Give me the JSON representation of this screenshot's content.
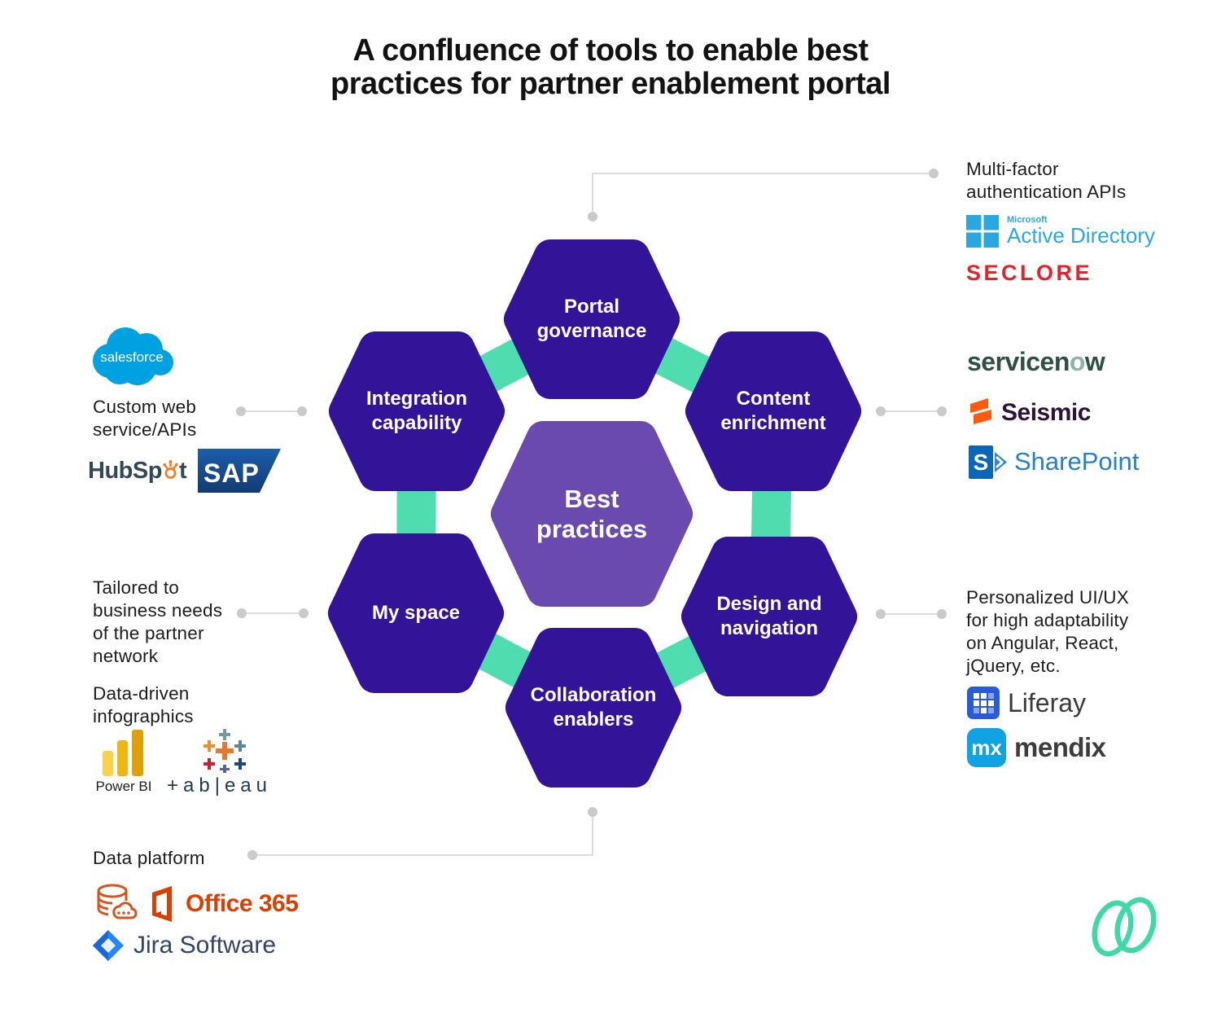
{
  "title": "A  confluence of tools to enable best\npractices for partner enablement portal",
  "colors": {
    "hexagon": "#331397",
    "center_hexagon": "#6A4AAE",
    "connector_teal": "#4FDCAE",
    "callout_line": "#DCDCDF",
    "callout_dot": "#C9C9CE",
    "salesforce_blue": "#00A1E0",
    "hubspot_dark": "#33475B",
    "hubspot_orange": "#F47C20",
    "sap_navy": "#17427E",
    "tableau_navy": "#1F3A54",
    "office_orange": "#DE3E02",
    "jira_blue": "#2684FF",
    "jira_text": "#344563",
    "microsoft_blue": "#29A7E1",
    "seclore_red": "#E62129",
    "servicenow_dark": "#2F4F46",
    "servicenow_green": "#8FB3A8",
    "seismic_orange": "#FF5A0F",
    "seismic_dark": "#2C1338",
    "sharepoint_blue": "#2580CE",
    "liferay_blue": "#2A5BD7",
    "liferay_text": "#3A3A39",
    "mendix_blue": "#10A2E3",
    "mendix_text": "#3C3C3C",
    "brand_mark_teal": "#3FD9A8"
  },
  "center_hexagon": {
    "label": "Best\npractices"
  },
  "hexagons": [
    {
      "id": "portal-governance",
      "label": "Portal\ngovernance"
    },
    {
      "id": "content-enrichment",
      "label": "Content\nenrichment"
    },
    {
      "id": "design-navigation",
      "label": "Design and\nnavigation"
    },
    {
      "id": "collaboration-enablers",
      "label": "Collaboration\nenablers"
    },
    {
      "id": "my-space",
      "label": "My space"
    },
    {
      "id": "integration-capability",
      "label": "Integration\ncapability"
    }
  ],
  "annotations": {
    "multi_factor": "Multi-factor\nauthentication APIs",
    "custom_web": "Custom web\nservice/APIs",
    "tailored": "Tailored to\nbusiness needs\nof the partner\nnetwork",
    "data_driven": "Data-driven\ninfographics",
    "data_platform": "Data platform",
    "personalized": "Personalized UI/UX\nfor high adaptability\non Angular, React,\njQuery, etc."
  },
  "logos": {
    "salesforce": "salesforce",
    "hubspot_pre": "HubSp",
    "hubspot_post": "t",
    "sap": "SAP",
    "power_bi": "Power BI",
    "tableau": "+ab|eau",
    "office365": "Office 365",
    "jira": "Jira Software",
    "microsoft": "Microsoft",
    "active_directory": "Active Directory",
    "seclore": "SECLORE",
    "servicenow_pre": "servicen",
    "servicenow_o": "o",
    "servicenow_post": "w",
    "seismic": "Seismic",
    "sharepoint_s": "S",
    "sharepoint": "SharePoint",
    "liferay": "Liferay",
    "mendix_icon": "mx",
    "mendix": "mendix"
  },
  "icons": {
    "database_cloud": "database-cloud-icon",
    "brand_mark": "loop-brand-mark"
  }
}
